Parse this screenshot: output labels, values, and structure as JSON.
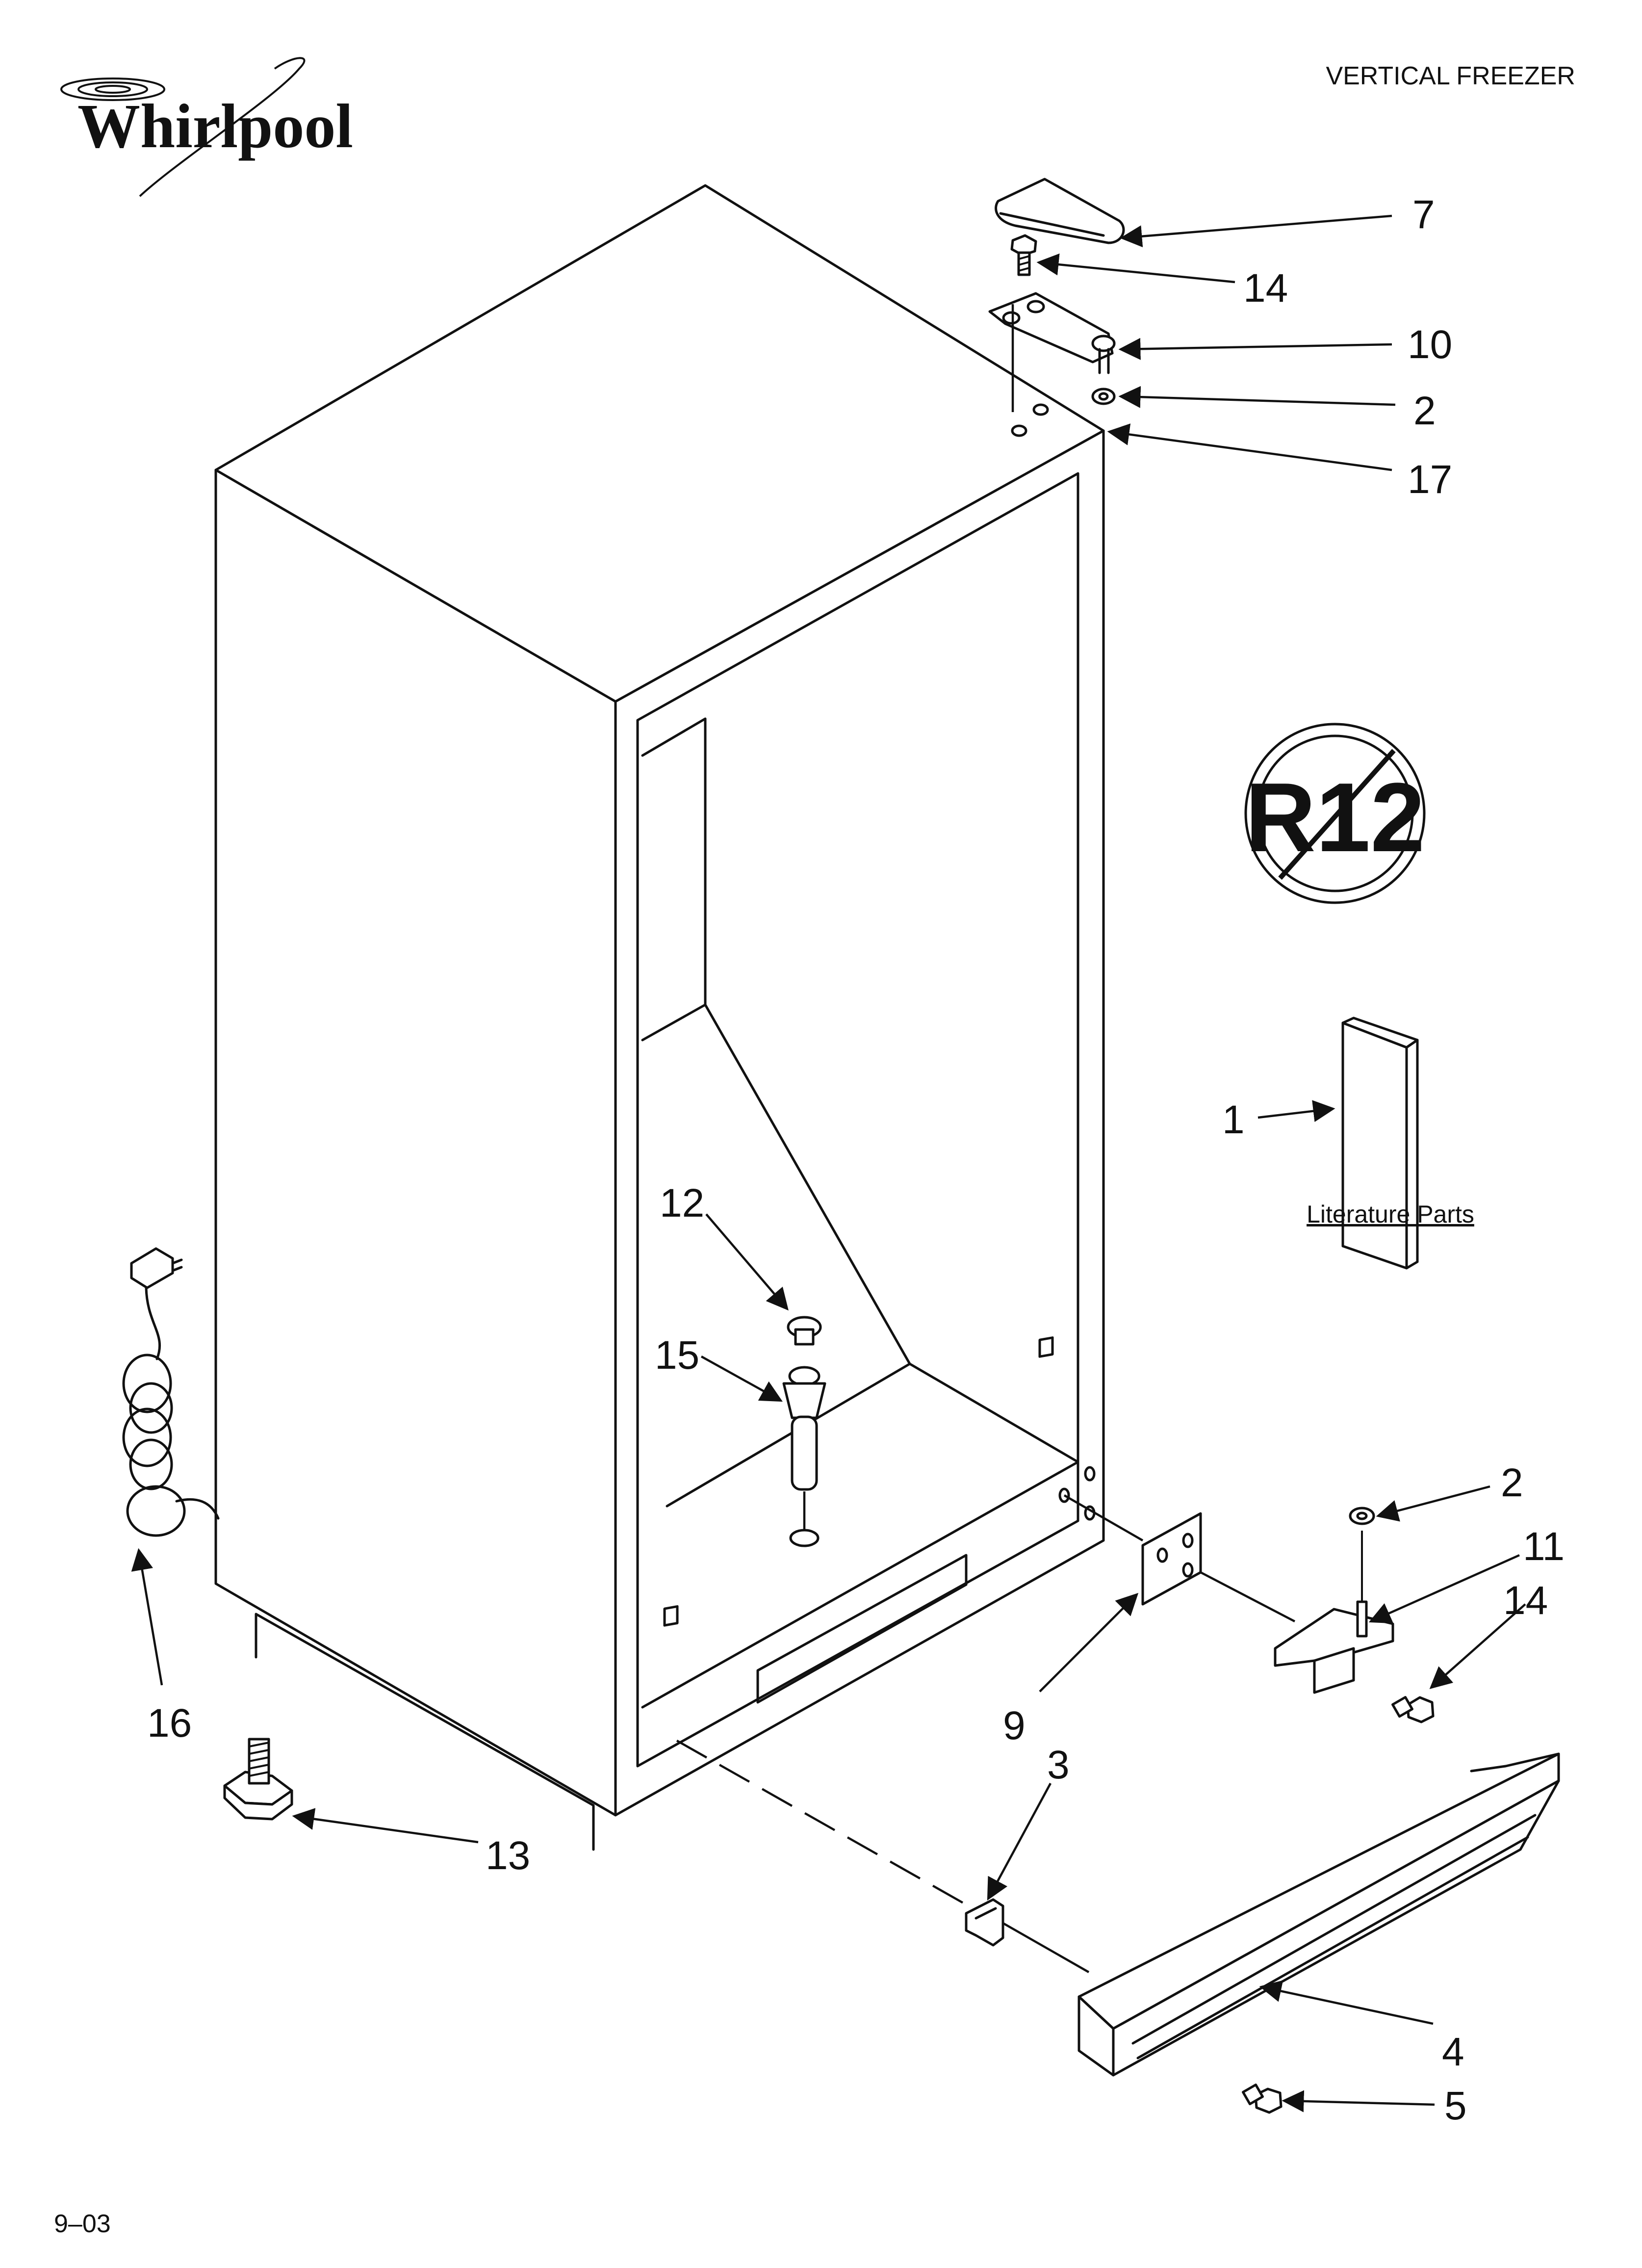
{
  "header": {
    "brand": "Whirlpool",
    "title": "VERTICAL FREEZER"
  },
  "footer": {
    "date_code": "9–03"
  },
  "badge": {
    "text": "R12"
  },
  "literature": {
    "caption": "Literature Parts"
  },
  "callouts": {
    "c7": "7",
    "c14_top": "14",
    "c10": "10",
    "c2_top": "2",
    "c17": "17",
    "c1": "1",
    "c12": "12",
    "c15": "15",
    "c2_bottom": "2",
    "c11": "11",
    "c14_bottom": "14",
    "c9": "9",
    "c3": "3",
    "c16": "16",
    "c13": "13",
    "c4": "4",
    "c5": "5"
  },
  "icons": {
    "logo": "whirlpool-swirl-icon",
    "no_r12": "no-r12-icon"
  }
}
